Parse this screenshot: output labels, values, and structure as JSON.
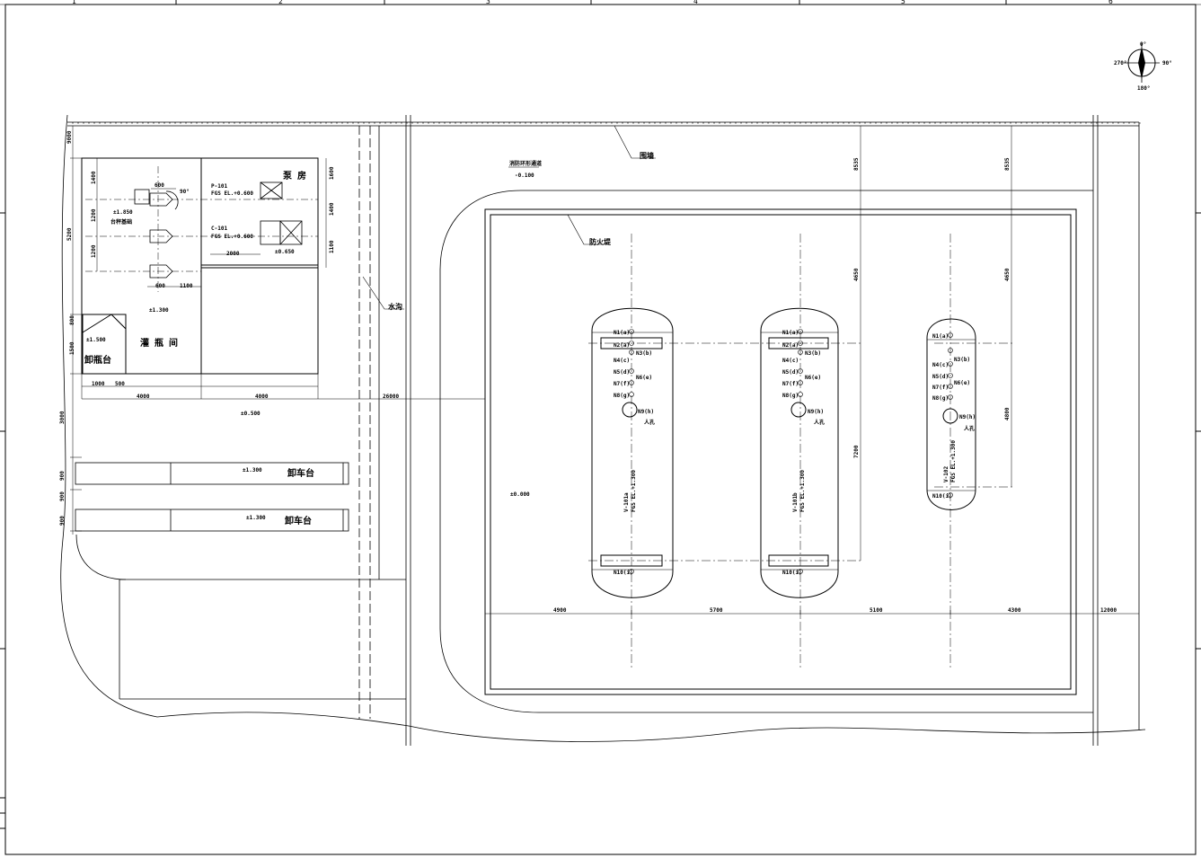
{
  "grid_columns": [
    "1",
    "2",
    "3",
    "4",
    "5",
    "6"
  ],
  "compass": {
    "north": "0°",
    "east": "90°",
    "south": "180°",
    "west": "270°"
  },
  "labels": {
    "fence": "围墙",
    "fire_road": "消防环形通道",
    "fire_road_elev": "-0.100",
    "firewall": "防火堤",
    "ditch": "水沟",
    "pump_room": "泵 房",
    "filling_room": "灌 瓶 间",
    "unloading_bottle": "卸瓶台",
    "truck_platform_1": "卸车台",
    "truck_platform_2": "卸车台",
    "scale_label": "台秤基础",
    "manhole": "人孔",
    "p101": "P-101",
    "p101_fgs": "FGS EL.+0.600",
    "c101": "C-101",
    "c101_fgs": "FGS EL.+0.600"
  },
  "elevations": {
    "scale": "±1.850",
    "filling": "±1.300",
    "unloading_bottle": "±1.500",
    "pump": "±0.650",
    "yard": "±0.500",
    "platform_1": "±1.300",
    "platform_2": "±1.300",
    "tank_area": "±0.000"
  },
  "dimensions": {
    "d9000": "9000",
    "d5200": "5200",
    "d1400": "1400",
    "d1200a": "1200",
    "d1200b": "1200",
    "d600a": "600",
    "d600b": "600",
    "d1100": "1100",
    "d90": "90°",
    "d1600": "1600",
    "d1400b": "1400",
    "d1100b": "1100",
    "d2000": "2000",
    "d800": "800",
    "d1500": "1500",
    "d1000": "1000",
    "d500": "500",
    "d4000a": "4000",
    "d4000b": "4000",
    "d26000": "26000",
    "d3000": "3000",
    "d900a": "900",
    "d900b": "900",
    "d900c": "900",
    "d8535a": "8535",
    "d8535b": "8535",
    "d4650a": "4650",
    "d4650b": "4650",
    "d7200": "7200",
    "d4800": "4800",
    "d4900": "4900",
    "d5700": "5700",
    "d5100": "5100",
    "d4300": "4300",
    "d12000": "12000"
  },
  "tanks": [
    {
      "tag": "V-101a",
      "fgs": "FGS EL.+1.300"
    },
    {
      "tag": "V-101b",
      "fgs": "FGS EL.+1.300"
    },
    {
      "tag": "V-102",
      "fgs": "FGS EL.+1.300"
    }
  ],
  "nozzles": {
    "n1": "N1(a)",
    "n2": "N2(a)",
    "n3": "N3(b)",
    "n4": "N4(c)",
    "n5": "N5(d)",
    "n6": "N6(e)",
    "n7": "N7(f)",
    "n8": "N8(g)",
    "n9": "N9(h)",
    "n10": "N10(i)"
  }
}
